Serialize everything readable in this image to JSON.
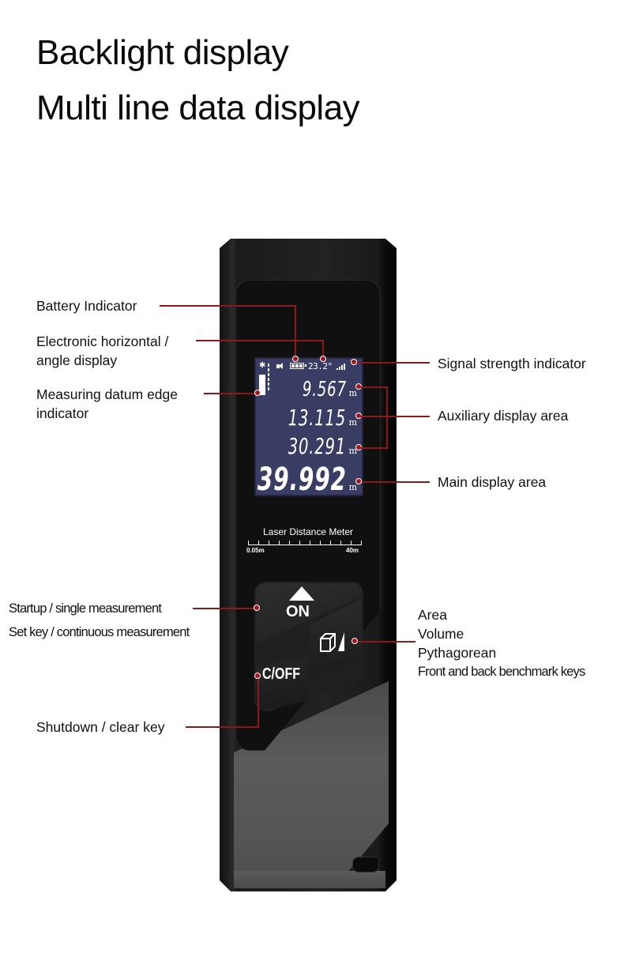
{
  "headings": [
    "Backlight display",
    "Multi line data display"
  ],
  "device": {
    "status": {
      "speaker_icon": "speaker-icon",
      "battery_icon": "battery-icon",
      "angle": "23.2°",
      "signal_icon": "signal-strength-icon"
    },
    "datum_icon": "datum-edge-icon",
    "readings": [
      {
        "value": "9.567",
        "unit": "m",
        "role": "auxiliary"
      },
      {
        "value": "13.115",
        "unit": "m",
        "role": "auxiliary"
      },
      {
        "value": "30.291",
        "unit": "m",
        "role": "auxiliary"
      },
      {
        "value": "39.992",
        "unit": "m",
        "role": "main"
      }
    ],
    "brand_label": "Laser Distance Meter",
    "scale_min": "0.05m",
    "scale_max": "40m",
    "buttons": {
      "on": "ON",
      "off": "C/OFF",
      "function_icon": "cube-triangle-icon"
    }
  },
  "callouts": {
    "battery": "Battery Indicator",
    "angle_line1": "Electronic horizontal /",
    "angle_line2": "angle display",
    "datum_line1": "Measuring datum edge",
    "datum_line2": "indicator",
    "signal": "Signal strength indicator",
    "auxiliary": "Auxiliary display area",
    "main": "Main display area",
    "startup": "Startup / single measurement",
    "setkey": "Set key / continuous measurement",
    "func_area": "Area",
    "func_volume": "Volume",
    "func_pythagorean": "Pythagorean",
    "func_benchmark": "Front and back benchmark keys",
    "shutdown": "Shutdown / clear key"
  },
  "colors": {
    "callout_line": "#8c1a1a",
    "callout_dot": "#a8141b",
    "screen_bg": "#3a3d63",
    "device_body": "#1e1e1e"
  }
}
